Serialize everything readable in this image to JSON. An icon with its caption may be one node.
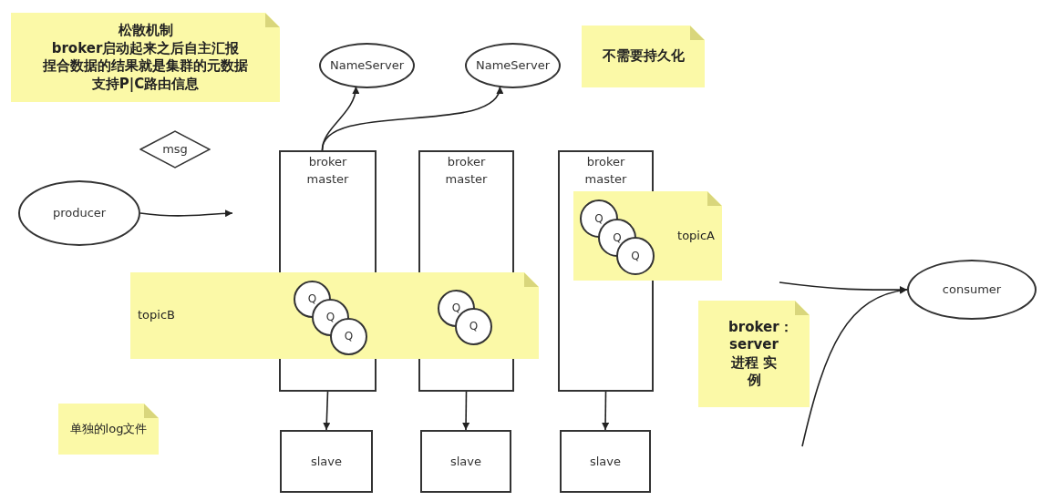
{
  "diagram": {
    "nodes": [
      {
        "text": [
          "松散机制",
          "broker启动起来之后自主汇报",
          "捏合数据的结果就是集群的元数据",
          "支持P|C路由信息"
        ]
      },
      {
        "text": [
          "NameServer"
        ]
      },
      {
        "text": [
          "NameServer"
        ]
      },
      {
        "text": [
          "不需要持久化"
        ]
      },
      {
        "text": [
          "msg"
        ]
      },
      {
        "text": [
          "broker master"
        ]
      },
      {
        "text": [
          "broker master"
        ]
      },
      {
        "text": [
          "broker master"
        ]
      },
      {
        "text": [
          "producer"
        ]
      },
      {
        "text": [
          "topicA"
        ]
      },
      {
        "text": [
          "Q"
        ]
      },
      {
        "text": [
          "Q"
        ]
      },
      {
        "text": [
          "Q"
        ]
      },
      {
        "text": [
          "consumer"
        ]
      },
      {
        "text": [
          "topicB"
        ]
      },
      {
        "text": [
          "Q"
        ]
      },
      {
        "text": [
          "Q"
        ]
      },
      {
        "text": [
          "Q"
        ]
      },
      {
        "text": [
          "Q"
        ]
      },
      {
        "text": [
          "Q"
        ]
      },
      {
        "text": [
          "broker： server 进程 实例"
        ]
      },
      {
        "text": [
          "单独的log文件"
        ]
      },
      {
        "text": [
          "slave"
        ]
      },
      {
        "text": [
          "slave"
        ]
      },
      {
        "text": [
          "slave"
        ]
      }
    ],
    "edges": [
      {
        "from": 5,
        "to": 1,
        "arrow": "to"
      },
      {
        "from": 5,
        "to": 2,
        "arrow": "to"
      },
      {
        "from": 8,
        "to": null,
        "arrow": "to"
      },
      {
        "from": null,
        "to": 13,
        "arrow": "to"
      },
      {
        "from": null,
        "to": 13,
        "arrow": "to"
      },
      {
        "from": 5,
        "to": 22,
        "arrow": "to"
      },
      {
        "from": 6,
        "to": 23,
        "arrow": "to"
      },
      {
        "from": 7,
        "to": 24,
        "arrow": "to"
      }
    ]
  }
}
